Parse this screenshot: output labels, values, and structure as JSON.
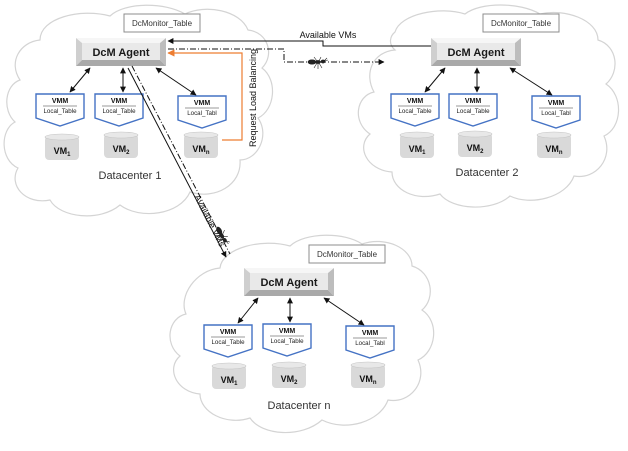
{
  "diagram": {
    "datacenters": [
      {
        "id": "dc1",
        "label": "Datacenter 1",
        "agent_label": "DcM Agent",
        "monitor_table_label": "DcMonitor_Table",
        "vmms": [
          {
            "title": "VMM",
            "table": "Local_Table"
          },
          {
            "title": "VMM",
            "table": "Local_Table"
          },
          {
            "title": "VMM",
            "table": "Local_Tabl"
          }
        ],
        "vms": [
          {
            "base": "VM",
            "sub": "1"
          },
          {
            "base": "VM",
            "sub": "2"
          },
          {
            "base": "VM",
            "sub": "n"
          }
        ]
      },
      {
        "id": "dc2",
        "label": "Datacenter 2",
        "agent_label": "DcM Agent",
        "monitor_table_label": "DcMonitor_Table",
        "vmms": [
          {
            "title": "VMM",
            "table": "Local_Table"
          },
          {
            "title": "VMM",
            "table": "Local_Table"
          },
          {
            "title": "VMM",
            "table": "Local_Tabl"
          }
        ],
        "vms": [
          {
            "base": "VM",
            "sub": "1"
          },
          {
            "base": "VM",
            "sub": "2"
          },
          {
            "base": "VM",
            "sub": "n"
          }
        ]
      },
      {
        "id": "dcn",
        "label": "Datacenter n",
        "agent_label": "DcM Agent",
        "monitor_table_label": "DcMonitor_Table",
        "vmms": [
          {
            "title": "VMM",
            "table": "Local_Table"
          },
          {
            "title": "VMM",
            "table": "Local_Table"
          },
          {
            "title": "VMM",
            "table": "Local_Tabl"
          }
        ],
        "vms": [
          {
            "base": "VM",
            "sub": "1"
          },
          {
            "base": "VM",
            "sub": "2"
          },
          {
            "base": "VM",
            "sub": "n"
          }
        ]
      }
    ],
    "edges": {
      "dc2_to_dc1_label": "Available VMs",
      "dc1_to_dcn_label": "Available VMs",
      "request_label": "Request Load Balancing"
    },
    "colors": {
      "vmm_border": "#4472c4",
      "request_arrow": "#ed7d31",
      "cloud_border": "#d4d4d4"
    }
  }
}
